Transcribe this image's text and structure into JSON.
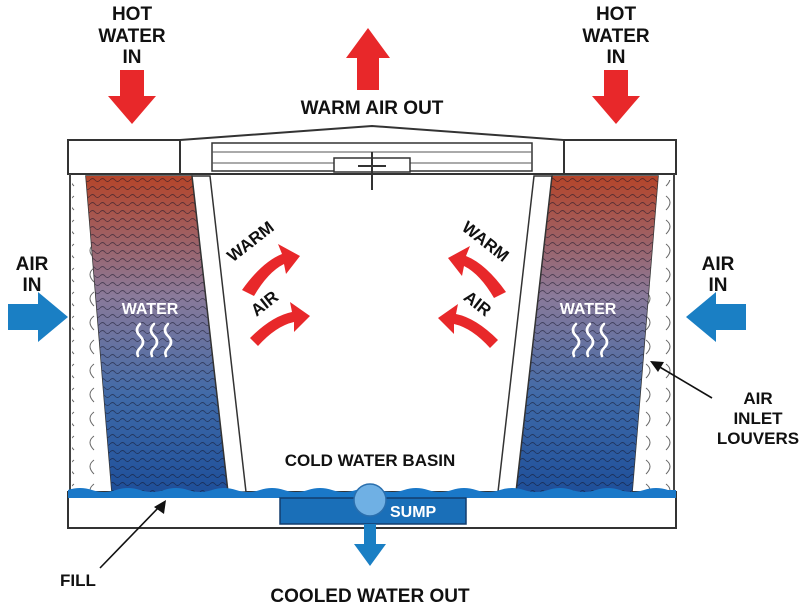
{
  "labels": {
    "hot_water_in_left": [
      "HOT",
      "WATER",
      "IN"
    ],
    "hot_water_in_right": [
      "HOT",
      "WATER",
      "IN"
    ],
    "warm_air_out": "WARM AIR OUT",
    "air_in_left": [
      "AIR",
      "IN"
    ],
    "air_in_right": [
      "AIR",
      "IN"
    ],
    "warm_left": "WARM",
    "air_left": "AIR",
    "warm_right": "WARM",
    "air_right": "AIR",
    "water_left": "WATER",
    "water_right": "WATER",
    "cold_water_basin": "COLD WATER BASIN",
    "sump": "SUMP",
    "air_inlet_louvers": [
      "AIR",
      "INLET",
      "LOUVERS"
    ],
    "fill": "FILL",
    "cooled_water_out": "COOLED WATER OUT"
  },
  "colors": {
    "hot": "#b5452a",
    "cold": "#1e4f9a",
    "basin_water": "#1a78c8",
    "arrow_red": "#e8282a",
    "arrow_blue": "#1a7fc4",
    "outline": "#333333"
  }
}
